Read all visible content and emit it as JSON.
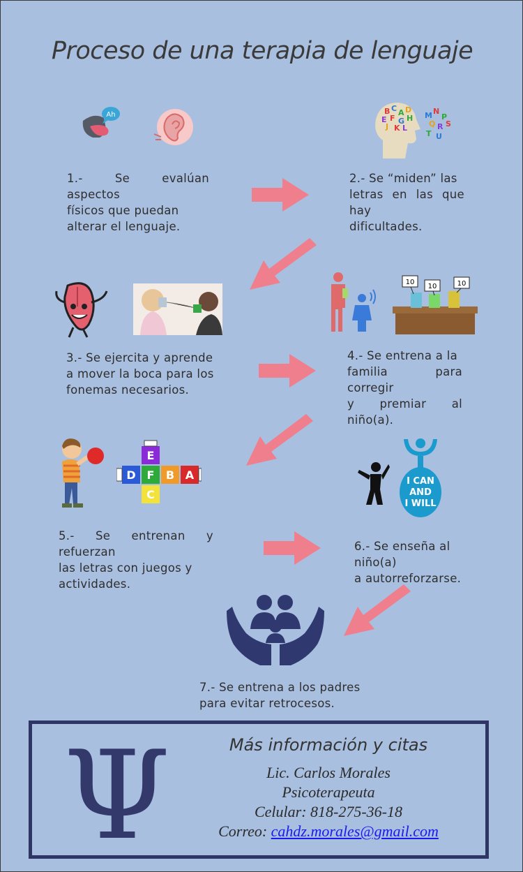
{
  "title": "Proceso de una terapia de lenguaje",
  "steps": [
    {
      "text_lines": [
        "1.- Se evalúan aspectos",
        "físicos que puedan",
        "alterar el lenguaje."
      ]
    },
    {
      "text_lines": [
        "2.- Se “miden” las",
        "letras en las que hay",
        "dificultades."
      ]
    },
    {
      "text_lines": [
        "3.- Se ejercita y aprende",
        "a mover la boca para los",
        "fonemas necesarios."
      ]
    },
    {
      "text_lines": [
        "4.- Se entrena a la",
        "familia para corregir",
        "y premiar al niño(a)."
      ]
    },
    {
      "text_lines": [
        "5.- Se entrenan y refuerzan",
        "las letras con juegos y",
        "actividades."
      ]
    },
    {
      "text_lines": [
        "6.- Se enseña al niño(a)",
        "a autorreforzarse."
      ]
    },
    {
      "text_lines": [
        "7.- Se entrena a los padres",
        "para evitar retrocesos."
      ]
    }
  ],
  "icons": {
    "bubble_text": "Ah",
    "score_cards": [
      "10",
      "10",
      "10"
    ],
    "cube_letters": [
      "E",
      "D",
      "F",
      "B",
      "A",
      "C"
    ],
    "ican_text": [
      "I CAN",
      "AND",
      "I WILL"
    ]
  },
  "footer": {
    "symbol": "Ψ",
    "heading": "Más información y citas",
    "name": "Lic. Carlos Morales",
    "role": "Psicoterapeuta",
    "phone_label": "Celular:",
    "phone": "818-275-36-18",
    "email_label": "Correo:",
    "email": "cahdz.morales@gmail.com"
  },
  "colors": {
    "background": "#a9bfe0",
    "arrow": "#ef7f8c",
    "footer_border": "#2f3565",
    "link": "#1a1aee"
  }
}
